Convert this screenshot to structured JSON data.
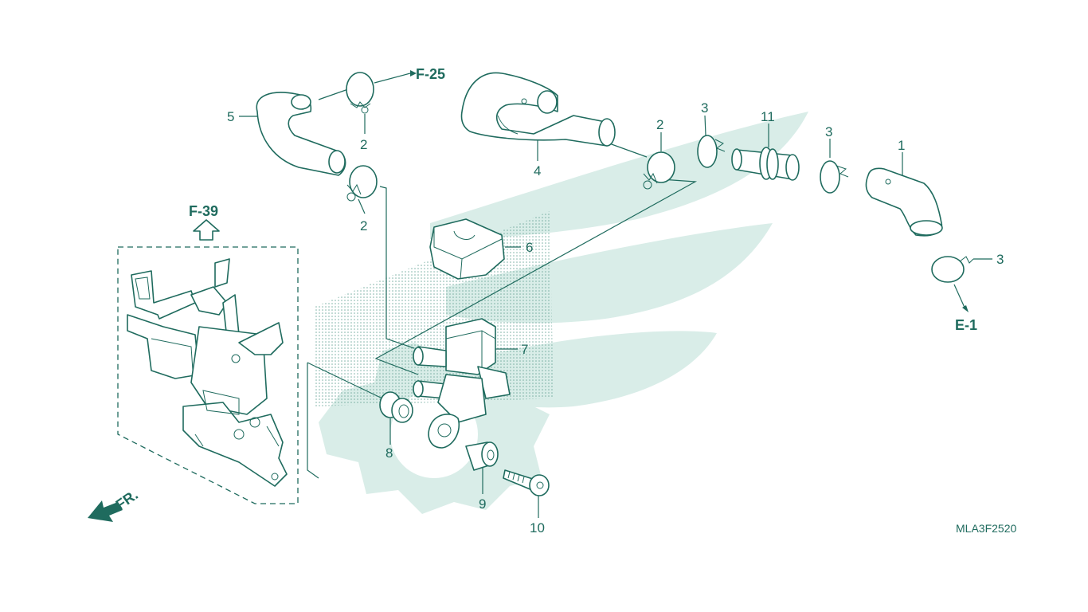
{
  "diagram_code": "MLA3F2520",
  "colors": {
    "line": "#1f6b5e",
    "watermark": "#d9ede8",
    "background": "#ffffff"
  },
  "references": {
    "f25": "F-25",
    "f39": "F-39",
    "e1": "E-1"
  },
  "direction_label": "FR.",
  "callouts": {
    "p1": "1",
    "p2a": "2",
    "p2b": "2",
    "p2c": "2",
    "p3a": "3",
    "p3b": "3",
    "p3c": "3",
    "p4": "4",
    "p5": "5",
    "p6": "6",
    "p7": "7",
    "p8": "8",
    "p9": "9",
    "p10": "10",
    "p11": "11"
  }
}
